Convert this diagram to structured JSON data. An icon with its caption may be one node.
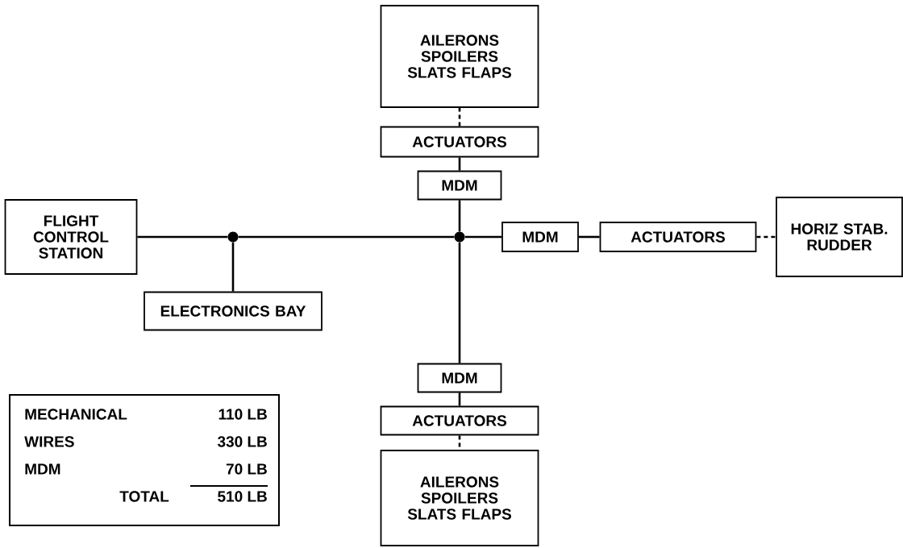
{
  "diagram": {
    "nodes": [
      {
        "text": [
          "AILERONS SPOILERS SLATS FLAPS"
        ]
      },
      {
        "text": [
          "ACTUATORS"
        ]
      },
      {
        "text": [
          "MDM"
        ]
      },
      {
        "text": [
          "FLIGHT CONTROL STATION"
        ]
      },
      {
        "text": [],
        "shape": "circle"
      },
      {
        "text": [],
        "shape": "circle"
      },
      {
        "text": [
          "MDM"
        ]
      },
      {
        "text": [
          "ACTUATORS"
        ]
      },
      {
        "text": [
          "HORIZ STAB. RUDDER"
        ]
      },
      {
        "text": [
          "ELECTRONICS BAY"
        ]
      },
      {
        "text": [
          "MDM"
        ]
      },
      {
        "text": [
          "ACTUATORS"
        ]
      },
      {
        "text": [
          "AILERONS SPOILERS SLATS FLAPS"
        ]
      }
    ],
    "edges": [
      {
        "from": 3,
        "to": 4,
        "arrow": "none"
      },
      {
        "from": 4,
        "to": 5,
        "arrow": "none"
      },
      {
        "from": 4,
        "to": 9,
        "arrow": "none"
      },
      {
        "from": 5,
        "to": 2,
        "arrow": "none"
      },
      {
        "from": 2,
        "to": 1,
        "arrow": "none"
      },
      {
        "from": 1,
        "to": 0,
        "arrow": "none",
        "style": "dashed"
      },
      {
        "from": 5,
        "to": 6,
        "arrow": "none"
      },
      {
        "from": 6,
        "to": 7,
        "arrow": "none"
      },
      {
        "from": 7,
        "to": 8,
        "arrow": "none",
        "style": "dashed"
      },
      {
        "from": 5,
        "to": 10,
        "arrow": "none"
      },
      {
        "from": 10,
        "to": 11,
        "arrow": "none"
      },
      {
        "from": 11,
        "to": 12,
        "arrow": "none",
        "style": "dashed"
      }
    ],
    "labels": [
      "MECHANICAL",
      "110 LB",
      "WIRES",
      "330 LB",
      "MDM",
      "70 LB",
      "TOTAL",
      "510 LB"
    ]
  }
}
